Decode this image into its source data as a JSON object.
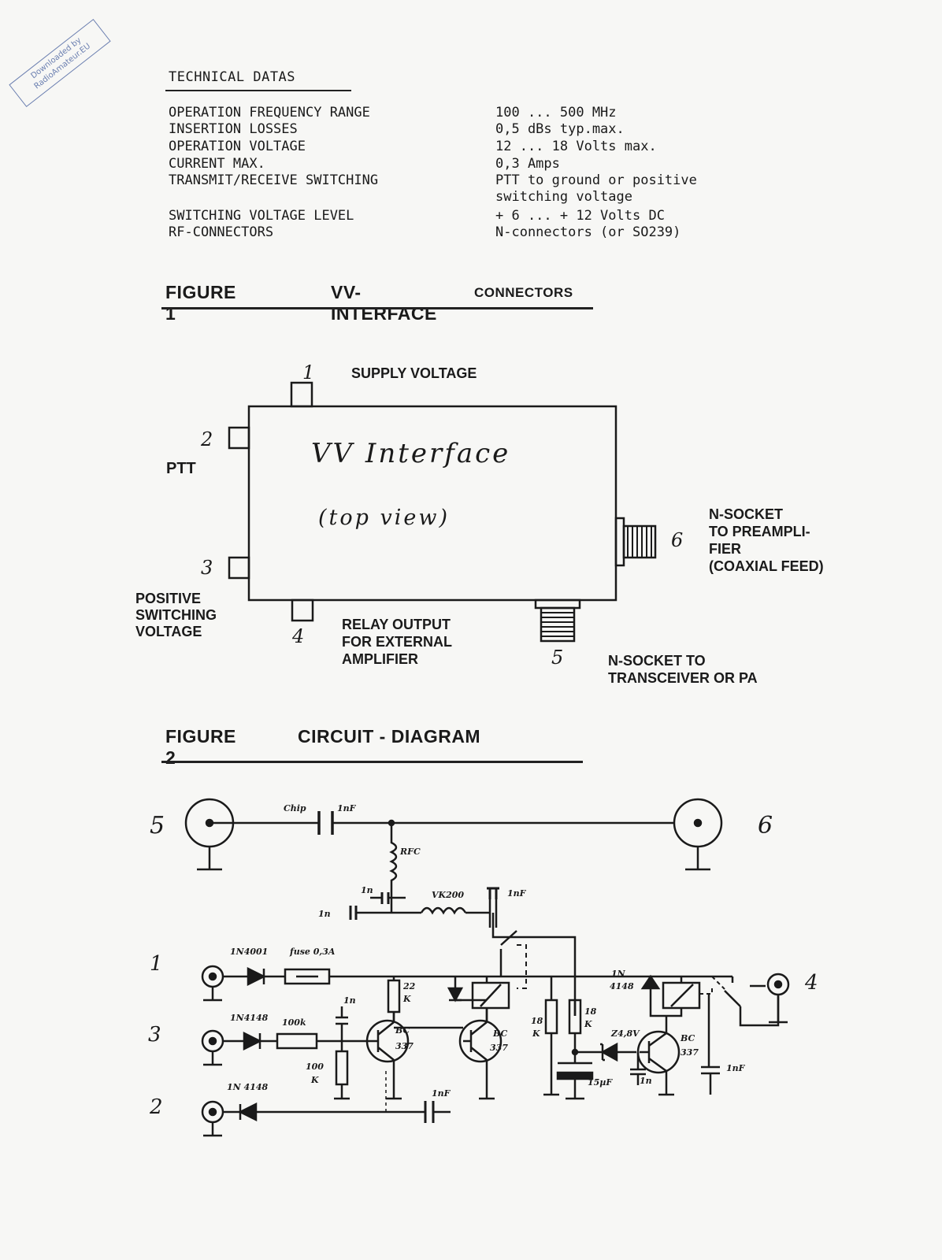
{
  "stamp": {
    "line1": "Downloaded by",
    "line2": "RadioAmateur.EU"
  },
  "technical": {
    "heading": "TECHNICAL DATAS",
    "rows": [
      {
        "label": "OPERATION FREQUENCY RANGE",
        "value": "100 ... 500  MHz"
      },
      {
        "label": "INSERTION LOSSES",
        "value": "0,5 dBs  typ.max."
      },
      {
        "label": "OPERATION VOLTAGE",
        "value": "12 ...  18 Volts max."
      },
      {
        "label": "CURRENT MAX.",
        "value": "0,3 Amps"
      },
      {
        "label": "TRANSMIT/RECEIVE SWITCHING",
        "value": "PTT to ground   or  positive"
      },
      {
        "label": "",
        "value": "switching voltage"
      },
      {
        "label": "SWITCHING VOLTAGE LEVEL",
        "value": "+ 6  ...  + 12 Volts  DC"
      },
      {
        "label": "RF-CONNECTORS",
        "value": "N-connectors (or  SO239)"
      }
    ]
  },
  "figure1": {
    "number": "FIGURE  1",
    "title": "VV-INTERFACE",
    "subtitle": "CONNECTORS",
    "box_line1": "VV  Interface",
    "box_line2": "(top   view)",
    "pins": {
      "p1": "1",
      "p2": "2",
      "p3": "3",
      "p4": "4",
      "p5": "5",
      "p6": "6"
    },
    "labels": {
      "supply": "SUPPLY VOLTAGE",
      "ptt": "PTT",
      "pos1": "POSITIVE",
      "pos2": "SWITCHING",
      "pos3": "VOLTAGE",
      "relay1": "RELAY OUTPUT",
      "relay2": "FOR EXTERNAL",
      "relay3": "AMPLIFIER",
      "n6a": "N-SOCKET",
      "n6b": "TO PREAMPLI-",
      "n6c": "FIER",
      "n6d": "(COAXIAL FEED)",
      "n5a": "N-SOCKET TO",
      "n5b": "TRANSCEIVER OR PA"
    }
  },
  "figure2": {
    "number": "FIGURE  2",
    "title": "CIRCUIT - DIAGRAM",
    "pins": {
      "p5": "5",
      "p6": "6",
      "p1": "1",
      "p3": "3",
      "p2": "2",
      "p4": "4"
    },
    "parts": {
      "chip": "Chip",
      "c1nf_top": "1nF",
      "rfc": "RFC",
      "c1n_a": "1n",
      "c1n_b": "1n",
      "vk200": "VK200",
      "c1nf_b": "1nF",
      "d1": "1N4001",
      "fuse": "fuse 0,3A",
      "d2": "1N4148",
      "r100k": "100k",
      "c1n_c": "1n",
      "r100k_b1": "100",
      "r100k_b2": "K",
      "d3": "1N 4148",
      "c1nf_c": "1nF",
      "r22k_1": "22",
      "r22k_2": "K",
      "t1_1": "BC",
      "t1_2": "337",
      "t2_1": "BC",
      "t2_2": "337",
      "r18k_a1": "18",
      "r18k_a2": "K",
      "r18k_b1": "18",
      "r18k_b2": "K",
      "c15": "15µF",
      "z48": "Z4,8V",
      "c1n_d": "1n",
      "d4_1": "1N",
      "d4_2": "4148",
      "t3_1": "BC",
      "t3_2": "337",
      "c1nf_d": "1nF"
    }
  }
}
